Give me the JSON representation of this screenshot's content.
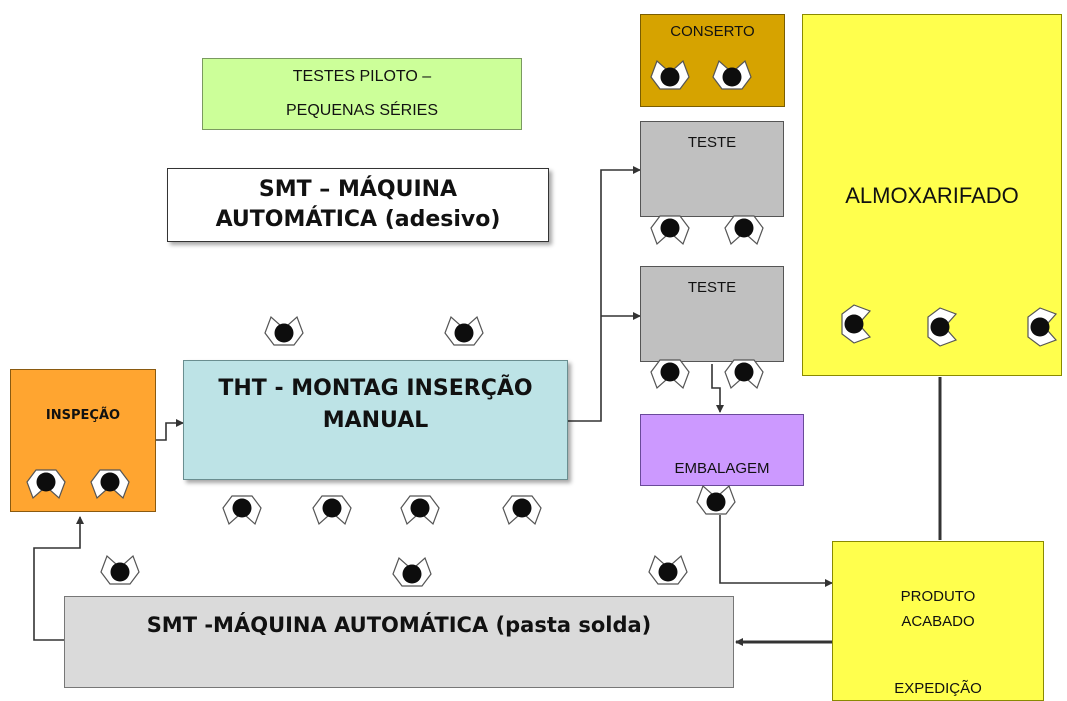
{
  "boxes": {
    "testes_piloto": {
      "line1": "TESTES PILOTO –",
      "line2": "PEQUENAS SÉRIES"
    },
    "smt_adesivo": {
      "line1": "SMT – MÁQUINA",
      "line2": "AUTOMÁTICA (adesivo)"
    },
    "conserto": {
      "label": "CONSERTO"
    },
    "teste_1": {
      "label": "TESTE"
    },
    "teste_2": {
      "label": "TESTE"
    },
    "almoxarifado": {
      "label": "ALMOXARIFADO"
    },
    "inspecao": {
      "label": "INSPEÇÃO"
    },
    "tht": {
      "line1": "THT - MONTAG INSERÇÃO",
      "line2": "MANUAL"
    },
    "embalagem": {
      "label": "EMBALAGEM"
    },
    "produto_acabado": {
      "line1": "PRODUTO",
      "line2": "ACABADO",
      "line3": "EXPEDIÇÃO"
    },
    "smt_pasta": {
      "label": "SMT -MÁQUINA AUTOMÁTICA (pasta solda)"
    }
  },
  "colors": {
    "testes_piloto": "#ccff99",
    "conserto": "#d6a300",
    "teste": "#c0c0c0",
    "almoxarifado": "#ffff4d",
    "inspecao": "#ffa530",
    "tht": "#bde3e6",
    "embalagem": "#cc99ff",
    "produto_acabado": "#ffff4d",
    "smt_pasta": "#dadada",
    "connector": "#333333"
  },
  "workers": [
    {
      "id": "conserto-1",
      "facing": "down"
    },
    {
      "id": "conserto-2",
      "facing": "down"
    },
    {
      "id": "teste1-1",
      "facing": "up"
    },
    {
      "id": "teste1-2",
      "facing": "up"
    },
    {
      "id": "teste2-1",
      "facing": "up"
    },
    {
      "id": "teste2-2",
      "facing": "up"
    },
    {
      "id": "almox-1",
      "facing": "right"
    },
    {
      "id": "almox-2",
      "facing": "right"
    },
    {
      "id": "almox-3",
      "facing": "right"
    },
    {
      "id": "tht-top-1",
      "facing": "down"
    },
    {
      "id": "tht-top-2",
      "facing": "down"
    },
    {
      "id": "tht-bottom-1",
      "facing": "up"
    },
    {
      "id": "tht-bottom-2",
      "facing": "up"
    },
    {
      "id": "tht-bottom-3",
      "facing": "up"
    },
    {
      "id": "tht-bottom-4",
      "facing": "up"
    },
    {
      "id": "inspecao-1",
      "facing": "up"
    },
    {
      "id": "inspecao-2",
      "facing": "up"
    },
    {
      "id": "embalagem-1",
      "facing": "down"
    },
    {
      "id": "smt-1",
      "facing": "down"
    },
    {
      "id": "smt-2",
      "facing": "down"
    },
    {
      "id": "smt-3",
      "facing": "down"
    }
  ]
}
